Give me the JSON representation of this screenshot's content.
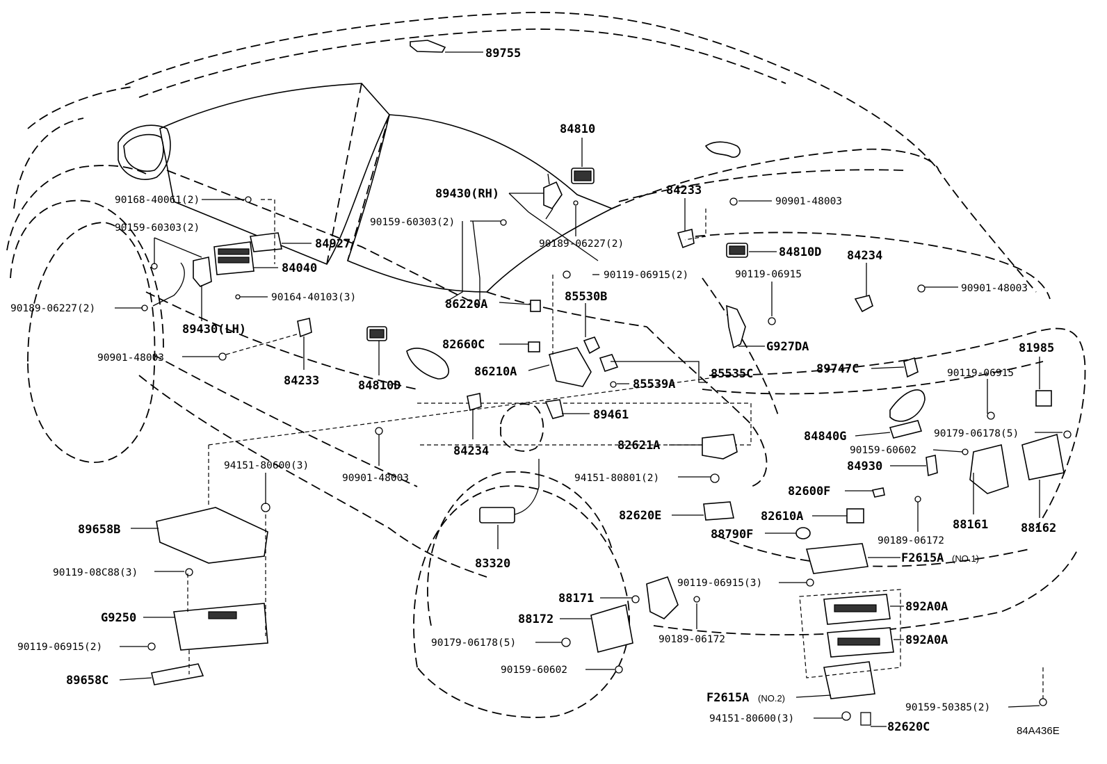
{
  "diagram_id": "84A436E",
  "parts": {
    "p89755": "89755",
    "p84810": "84810",
    "p89430rh": "89430(RH)",
    "p90159_60303_2_top": "90159-60303(2)",
    "p90189_06227_2_mid": "90189-06227(2)",
    "p84233_top": "84233",
    "p90901_48003_top": "90901-48003",
    "p84810d_right": "84810D",
    "p90119_06915_2": "90119-06915(2)",
    "p84234_right": "84234",
    "p90119_06915_right": "90119-06915",
    "p90901_48003_right": "90901-48003",
    "p85530b": "85530B",
    "p86220a": "86220A",
    "pG927da": "G927DA",
    "p82660c": "82660C",
    "p86210a": "86210A",
    "p85535c": "85535C",
    "p85539a": "85539A",
    "p89747c": "89747C",
    "p81985": "81985",
    "p90119_06915_far": "90119-06915",
    "p90168_40061_2": "90168-40061(2)",
    "p90159_60303_2_left": "90159-60303(2)",
    "p84927": "84927",
    "p84040": "84040",
    "p90164_40103_3": "90164-40103(3)",
    "p90189_06227_2_left": "90189-06227(2)",
    "p89430lh": "89430(LH)",
    "p90901_48003_left": "90901-48003",
    "p84233_left": "84233",
    "p84810d_left": "84810D",
    "p89461": "89461",
    "p82621a": "82621A",
    "p84234_mid": "84234",
    "p94151_80600_3_left": "94151-80600(3)",
    "p90901_48003_mid": "90901-48003",
    "p94151_80801_2": "94151-80801(2)",
    "p82620e": "82620E",
    "p84840g": "84840G",
    "p90179_06178_5_right": "90179-06178(5)",
    "p90159_60602_right": "90159-60602",
    "p84930": "84930",
    "p82600f": "82600F",
    "p82610a": "82610A",
    "p88161": "88161",
    "p88162": "88162",
    "p90189_06172_right": "90189-06172",
    "p88790f": "88790F",
    "p89658b": "89658B",
    "p83320": "83320",
    "pF2615a_no1": "F2615A",
    "note_no1": "(NO.1)",
    "p90119_08c88_3": "90119-08C88(3)",
    "p90119_06915_3": "90119-06915(3)",
    "p88171": "88171",
    "pG9250": "G9250",
    "p88172": "88172",
    "p892a0a_1": "892A0A",
    "p90189_06172_mid": "90189-06172",
    "p90119_06915_2_left": "90119-06915(2)",
    "p90179_06178_5_mid": "90179-06178(5)",
    "p892a0a_2": "892A0A",
    "p89658c": "89658C",
    "p90159_60602_mid": "90159-60602",
    "pF2615a_no2": "F2615A",
    "note_no2": "(NO.2)",
    "p90159_50385_2": "90159-50385(2)",
    "p94151_80600_3_bottom": "94151-80600(3)",
    "p82620c": "82620C"
  }
}
